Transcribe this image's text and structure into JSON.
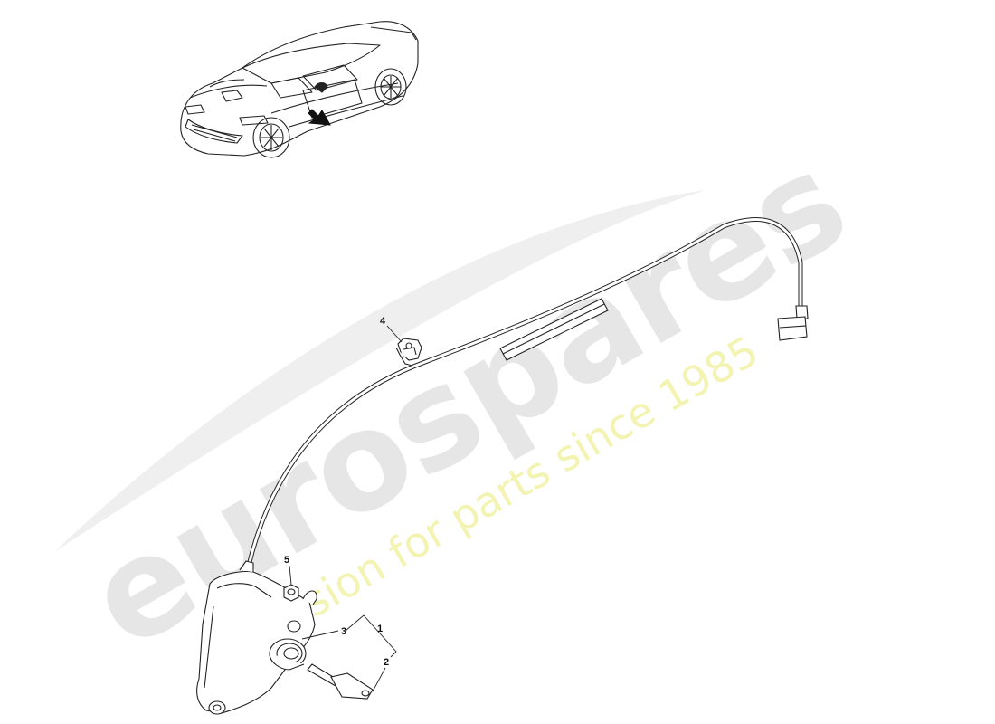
{
  "watermark": {
    "brand": "eurospares",
    "tagline": "a passion for parts since 1985",
    "brand_color": "#e6e6e6",
    "tagline_color": "#f3f3b2"
  },
  "callouts": [
    {
      "id": "1",
      "label": "1"
    },
    {
      "id": "2",
      "label": "2"
    },
    {
      "id": "3",
      "label": "3"
    },
    {
      "id": "4",
      "label": "4"
    },
    {
      "id": "5",
      "label": "5"
    }
  ],
  "colors": {
    "line": "#222222",
    "background": "#ffffff"
  }
}
